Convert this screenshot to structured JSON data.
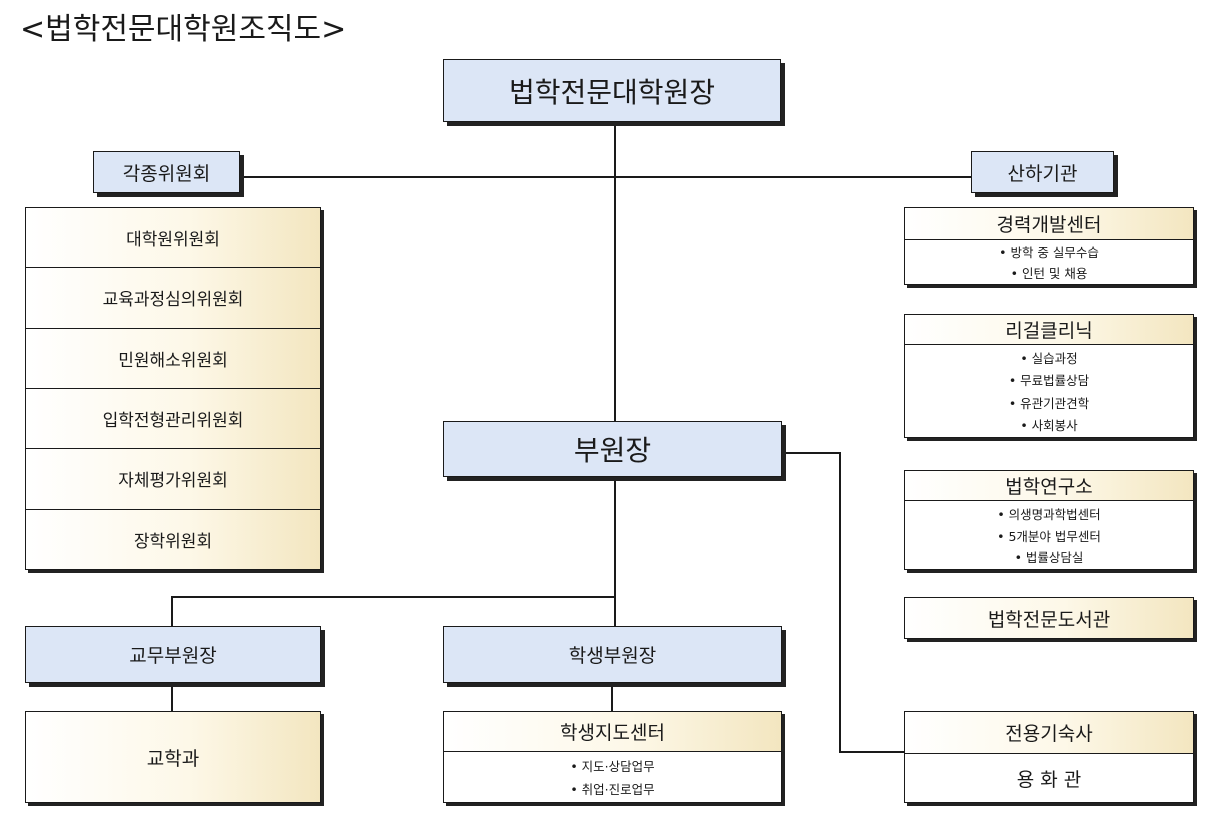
{
  "title": "<법학전문대학원조직도>",
  "dean": "법학전문대학원장",
  "committees": {
    "label": "각종위원회",
    "items": [
      "대학원위원회",
      "교육과정심의위원회",
      "민원해소위원회",
      "입학전형관리위원회",
      "자체평가위원회",
      "장학위원회"
    ]
  },
  "affiliates": {
    "label": "산하기관",
    "career_center": {
      "name": "경력개발센터",
      "items": [
        "• 방학 중 실무수습",
        "• 인턴 및 채용"
      ]
    },
    "legal_clinic": {
      "name": "리걸클리닉",
      "items": [
        "• 실습과정",
        "• 무료법률상담",
        "• 유관기관견학",
        "• 사회봉사"
      ]
    },
    "law_institute": {
      "name": "법학연구소",
      "items": [
        "• 의생명과학법센터",
        "• 5개분야 법무센터",
        "• 법률상담실"
      ]
    },
    "law_library": "법학전문도서관",
    "dormitory": {
      "name": "전용기숙사",
      "sub": "용 화 관"
    }
  },
  "vice_dean": "부원장",
  "academic_vice_dean": "교무부원장",
  "academic_affairs_office": "교학과",
  "student_vice_dean": "학생부원장",
  "student_guidance_center": {
    "name": "학생지도센터",
    "items": [
      "• 지도·상담업무",
      "• 취업·진로업무"
    ]
  }
}
